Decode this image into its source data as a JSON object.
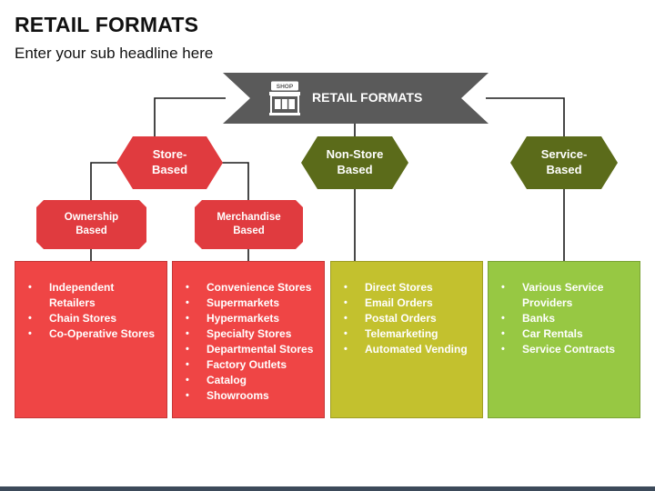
{
  "header": {
    "title": "RETAIL FORMATS",
    "subtitle": "Enter your sub headline here"
  },
  "root": {
    "label": "RETAIL FORMATS",
    "icon_text": "SHOP",
    "icon": "shop-icon",
    "color": "#5a5a5a"
  },
  "colors": {
    "red": "#e03b3f",
    "olive": "#5b6b1a",
    "box_red": "#ef4545",
    "box_yellow": "#c3c12e",
    "box_green": "#97c843",
    "connector": "#1a1a1a"
  },
  "categories": [
    {
      "label": "Store-\nBased"
    },
    {
      "label": "Non-Store\nBased"
    },
    {
      "label": "Service-\nBased"
    }
  ],
  "subcategories": [
    {
      "label": "Ownership\nBased"
    },
    {
      "label": "Merchandise\nBased"
    }
  ],
  "lists": {
    "ownership": [
      "Independent Retailers",
      "Chain Stores",
      "Co-Operative Stores"
    ],
    "merchandise": [
      "Convenience Stores",
      "Supermarkets",
      "Hypermarkets",
      "Specialty Stores",
      "Departmental Stores",
      "Factory Outlets",
      "Catalog",
      "Showrooms"
    ],
    "non_store": [
      "Direct Stores",
      "Email Orders",
      "Postal Orders",
      "Telemarketing",
      "Automated Vending"
    ],
    "service": [
      "Various Service Providers",
      "Banks",
      "Car Rentals",
      "Service Contracts"
    ]
  }
}
